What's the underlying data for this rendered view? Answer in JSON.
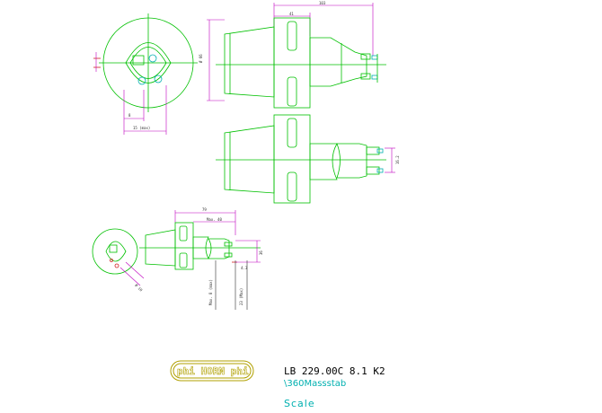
{
  "title_block": {
    "logo_text": "phi HORN phi",
    "part_code": "LB 229.00C 8.1 K2",
    "scale_note": "\\360Massstab",
    "scale_label": "Scale"
  },
  "dimensions": {
    "top_overall": "103",
    "top_a": "41",
    "front_height": "Ø 66",
    "end_w1": "8",
    "end_w2": "15 (max)",
    "side_right": "16.2",
    "small_top": "79",
    "small_mid": "Max. 40",
    "small_right": "36",
    "small_r1": "4.3",
    "small_b1": "Max. 8 (max)",
    "small_b2": "23 (Max)"
  },
  "colors": {
    "outline": "#00c000",
    "dimension": "#c000c0",
    "annotation": "#00b0b0",
    "logo": "#b0a000"
  }
}
